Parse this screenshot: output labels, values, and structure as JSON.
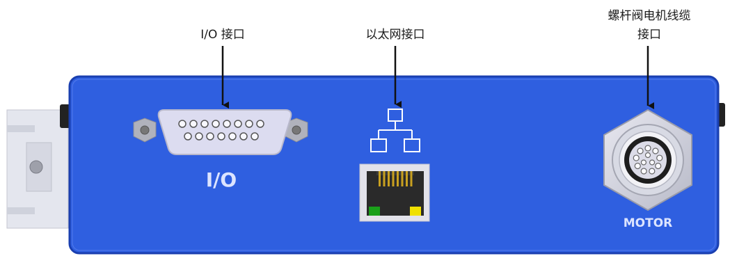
{
  "callouts": {
    "io": "I/O 接口",
    "ethernet": "以太网接口",
    "motor_line1": "螺杆阀电机线缆",
    "motor_line2": "接口"
  },
  "panel_labels": {
    "io": "I/O",
    "motor": "MOTOR"
  },
  "colors": {
    "housing": "#2f5fe0",
    "housing_edge": "#1a3fb0",
    "connector": "#dcdcf0",
    "label_text": "#dce4ff",
    "led_left": "#1aa01a",
    "led_right": "#f0e000"
  }
}
